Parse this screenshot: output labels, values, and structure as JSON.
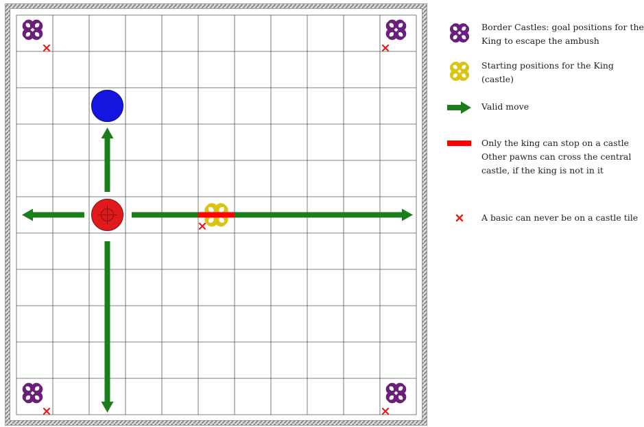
{
  "board": {
    "size": 11,
    "castle_cells": [
      [
        0,
        0
      ],
      [
        10,
        0
      ],
      [
        0,
        10
      ],
      [
        10,
        10
      ]
    ],
    "central_castle_cell": [
      5,
      5
    ],
    "blue_pawn_cell": [
      2,
      2
    ],
    "red_pawn_cell": [
      2,
      5
    ],
    "basic_forbidden_marks": [
      [
        0,
        0
      ],
      [
        10,
        0
      ],
      [
        0,
        10
      ],
      [
        10,
        10
      ],
      [
        5,
        5
      ]
    ]
  },
  "colors": {
    "grid_line": "#555555",
    "border": "#8a8a8a",
    "castle_purple": "#6a1f78",
    "castle_yellow": "#d9c414",
    "blue_pawn": "#1515e0",
    "red_pawn": "#e01a1a",
    "arrow_green": "#1a7f1a",
    "stop_bar_red": "#ff0000",
    "cross_red": "#e81a1a"
  },
  "legend": {
    "border_castles": "Border Castles: goal positions for the King to escape the ambush",
    "starting_positions": "Starting positions for the King (castle)",
    "valid_move": "Valid move",
    "only_king": "Only the king can stop on a castle\nOther pawns can cross the central castle, if the king is not in it",
    "basic_never": "A basic can never be on a castle tile"
  },
  "icons": {
    "border_castle": "celtic-knot-icon",
    "start_castle": "celtic-knot-icon",
    "valid_move": "arrow-right-icon",
    "only_king": "red-bar-icon",
    "basic_never": "cross-icon"
  }
}
